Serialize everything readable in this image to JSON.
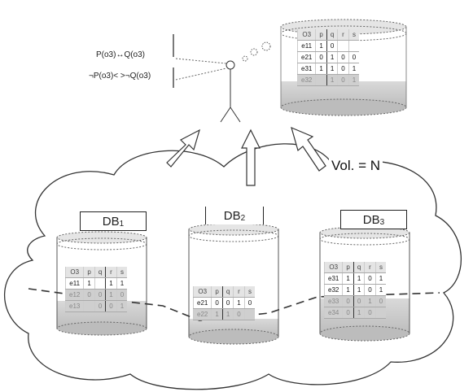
{
  "formulas": {
    "equiv": "P(o3)↔Q(o3)",
    "nequiv": "¬P(o3)< >¬Q(o3)"
  },
  "volume_label": "Vol. = N",
  "databases": [
    {
      "label": "DB",
      "sub": "1"
    },
    {
      "label": "DB",
      "sub": "2"
    },
    {
      "label": "DB",
      "sub": "3"
    }
  ],
  "tables": {
    "aggregate": {
      "header": [
        "O3",
        "p",
        "q",
        "r",
        "s"
      ],
      "rows": [
        {
          "id": "e11",
          "cells": [
            "1",
            "0",
            "",
            ""
          ],
          "style": "full"
        },
        {
          "id": "e21",
          "cells": [
            "0",
            "1",
            "0",
            "0"
          ],
          "style": "full"
        },
        {
          "id": "e31",
          "cells": [
            "1",
            "1",
            "0",
            "1"
          ],
          "style": "full"
        },
        {
          "id": "e32",
          "cells": [
            "",
            "1",
            "0",
            "1"
          ],
          "style": "faded"
        }
      ]
    },
    "db1": {
      "header": [
        "O3",
        "p",
        "q",
        "r",
        "s"
      ],
      "rows": [
        {
          "id": "e11",
          "cells": [
            "1",
            "",
            "1",
            "1"
          ],
          "style": "full"
        },
        {
          "id": "e12",
          "cells": [
            "0",
            "0",
            "1",
            "0"
          ],
          "style": "faded"
        },
        {
          "id": "e13",
          "cells": [
            "",
            "0",
            "0",
            "1"
          ],
          "style": "faded"
        }
      ]
    },
    "db2": {
      "header": [
        "O3",
        "p",
        "q",
        "r",
        "s"
      ],
      "rows": [
        {
          "id": "e21",
          "cells": [
            "0",
            "0",
            "1",
            "0"
          ],
          "style": "full"
        },
        {
          "id": "e22",
          "cells": [
            "1",
            "1",
            "0",
            ""
          ],
          "style": "faded"
        }
      ]
    },
    "db3": {
      "header": [
        "O3",
        "p",
        "q",
        "r",
        "s"
      ],
      "rows": [
        {
          "id": "e31",
          "cells": [
            "1",
            "1",
            "0",
            "1"
          ],
          "style": "full"
        },
        {
          "id": "e32",
          "cells": [
            "1",
            "1",
            "0",
            "1"
          ],
          "style": "full"
        },
        {
          "id": "e33",
          "cells": [
            "0",
            "0",
            "1",
            "0"
          ],
          "style": "faded"
        },
        {
          "id": "e34",
          "cells": [
            "0",
            "1",
            "0",
            ""
          ],
          "style": "faded"
        }
      ]
    }
  }
}
